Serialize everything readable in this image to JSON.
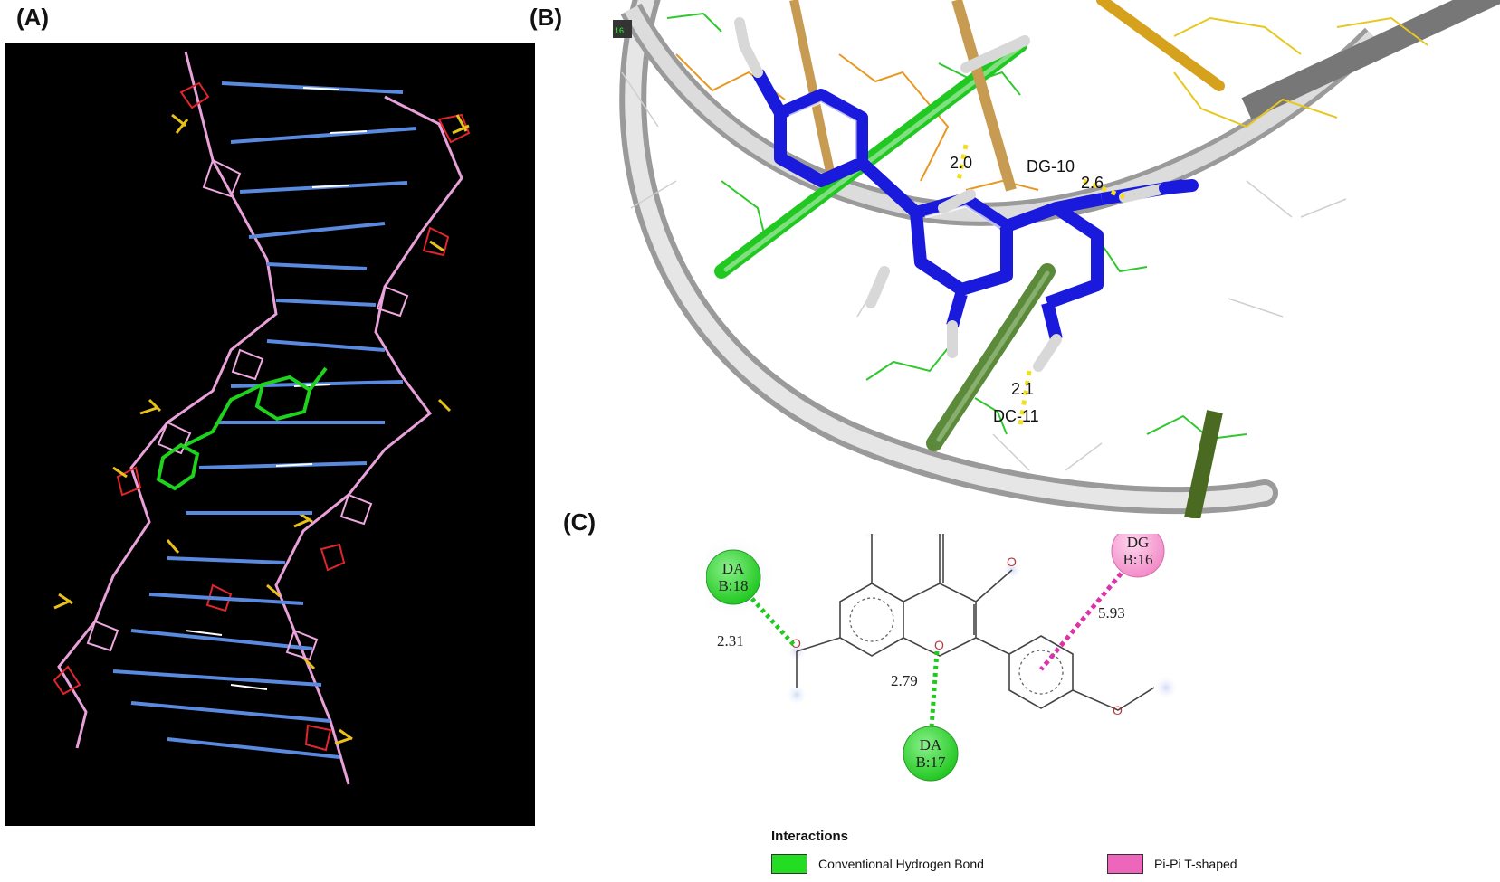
{
  "panels": {
    "a_label": "(A)",
    "b_label": "(B)",
    "c_label": "(C)"
  },
  "panel_b": {
    "badge": "16",
    "label_dg10": "DG-10",
    "label_dc11": "DC-11",
    "dist_2_0": "2.0",
    "dist_2_6": "2.6",
    "dist_2_1": "2.1"
  },
  "panel_c": {
    "residue_da18": {
      "name": "DA",
      "chain": "B:18"
    },
    "residue_da17": {
      "name": "DA",
      "chain": "B:17"
    },
    "residue_dg16": {
      "name": "DG",
      "chain": "B:16"
    },
    "dist_231": "2.31",
    "dist_279": "2.79",
    "dist_593": "5.93",
    "atom_o": "O"
  },
  "legend": {
    "title": "Interactions",
    "items": [
      {
        "label": "Conventional Hydrogen Bond",
        "color": "#22dd22"
      },
      {
        "label": "Pi-Pi T-shaped",
        "color": "#ee66bb"
      }
    ]
  },
  "colors": {
    "hbond": "#22dd22",
    "pipi": "#dd33aa",
    "ligand_blue": "#1a1adc",
    "backbone": "#cfcfcf"
  }
}
